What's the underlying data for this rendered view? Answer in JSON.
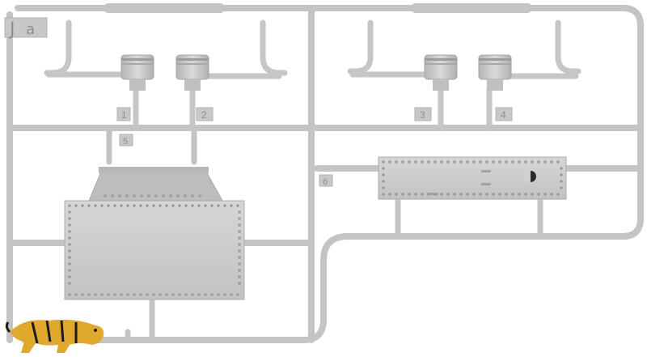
{
  "sprue": {
    "letter_main": "J",
    "letter_sub": "a",
    "part_numbers": [
      "1",
      "2",
      "3",
      "4",
      "5",
      "6"
    ]
  },
  "colors": {
    "plastic": "#c8c8c8",
    "plastic_dark": "#a9a9a9",
    "plastic_light": "#dcdcdc",
    "logo_yellow": "#e0a82c",
    "logo_black": "#1c1c1c"
  },
  "logo": {
    "icon": "tiger-logo-icon"
  }
}
